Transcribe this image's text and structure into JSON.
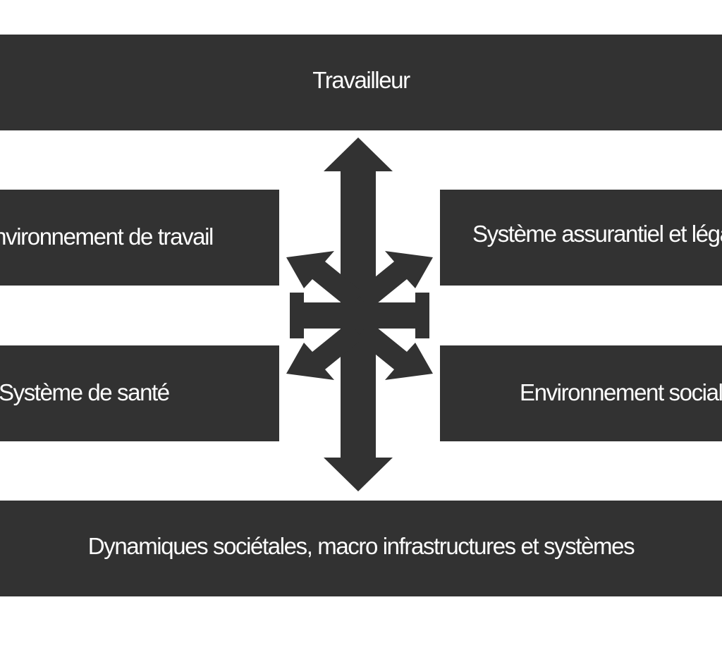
{
  "diagram": {
    "top": "Travailleur",
    "left_1": "Environnement de travail",
    "right_1": "Système assurantiel et légal",
    "left_2": "Système de santé",
    "right_2": "Environnement social",
    "bottom": "Dynamiques sociétales, macro infrastructures et systèmes"
  },
  "colors": {
    "box": "#323232",
    "text": "#ffffff",
    "background": "#ffffff"
  }
}
